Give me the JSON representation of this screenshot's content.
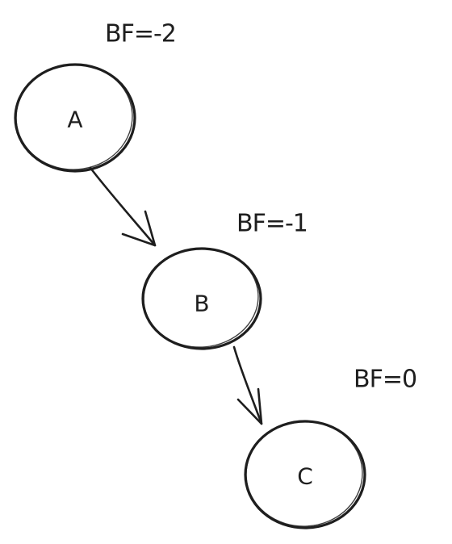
{
  "nodes": [
    {
      "id": "A",
      "label": "A",
      "bf": "BF=-2"
    },
    {
      "id": "B",
      "label": "B",
      "bf": "BF=-1"
    },
    {
      "id": "C",
      "label": "C",
      "bf": "BF=0"
    }
  ],
  "edges": [
    {
      "from": "A",
      "to": "B"
    },
    {
      "from": "B",
      "to": "C"
    }
  ],
  "colors": {
    "ink": "#1e1e1e",
    "background": "#ffffff"
  }
}
